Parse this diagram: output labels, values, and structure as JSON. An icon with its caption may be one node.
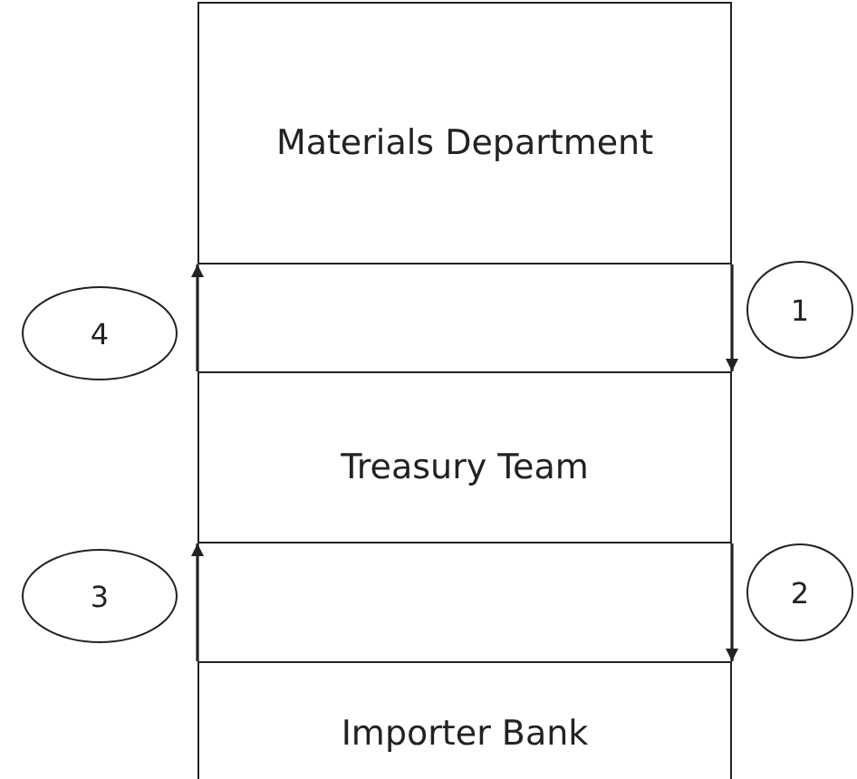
{
  "diagram": {
    "nodes": [
      {
        "text": [
          "Materials Department"
        ]
      },
      {
        "text": [
          "4"
        ]
      },
      {
        "text": [
          "1"
        ]
      },
      {
        "text": [
          "Treasury Team"
        ]
      },
      {
        "text": [
          "3"
        ]
      },
      {
        "text": [
          "2"
        ]
      },
      {
        "text": [
          "Importer Bank"
        ]
      }
    ],
    "edges": [
      {
        "from": 3,
        "to": 0,
        "arrow": "to"
      },
      {
        "from": 0,
        "to": 3,
        "arrow": "to"
      },
      {
        "from": 6,
        "to": 3,
        "arrow": "to"
      },
      {
        "from": 3,
        "to": 6,
        "arrow": "to"
      }
    ]
  }
}
